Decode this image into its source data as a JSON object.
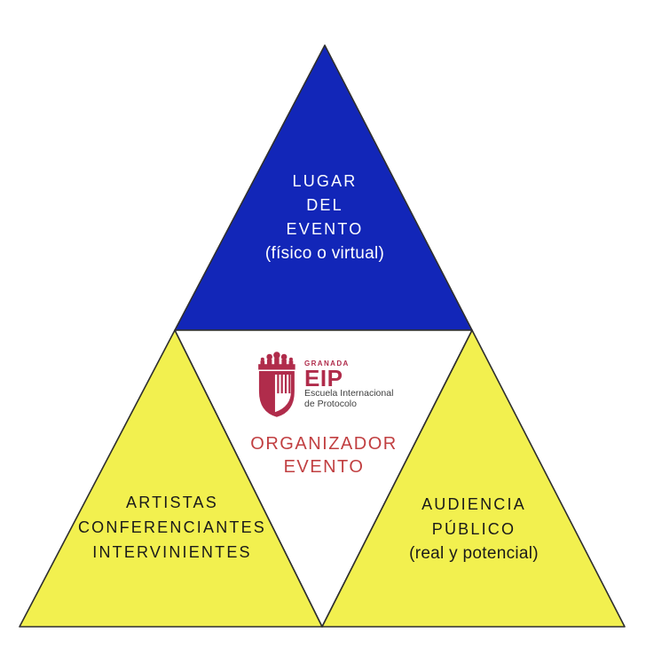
{
  "colors": {
    "top_triangle": "#1226b8",
    "side_triangle": "#f2f04f",
    "center_triangle": "#ffffff",
    "outline": "#2e2e2e",
    "top_text": "#ffffff",
    "side_text": "#1a1a1a",
    "organizer_text": "#c13f41",
    "logo_crimson": "#b02c4b",
    "logo_subtext": "#3f3f3f"
  },
  "triangles": {
    "top": {
      "lines": [
        "LUGAR",
        "DEL",
        "EVENTO",
        "(físico o virtual)"
      ]
    },
    "left": {
      "lines": [
        "ARTISTAS",
        "CONFERENCIANTES",
        "INTERVINIENTES"
      ]
    },
    "right": {
      "lines": [
        "AUDIENCIA",
        "PÚBLICO",
        "(real y potencial)"
      ]
    },
    "center": {
      "lines": [
        "ORGANIZADOR",
        "EVENTO"
      ]
    }
  },
  "logo": {
    "city": "GRANADA",
    "acronym": "EIP",
    "school_line1": "Escuela Internacional",
    "school_line2": "de Protocolo"
  }
}
